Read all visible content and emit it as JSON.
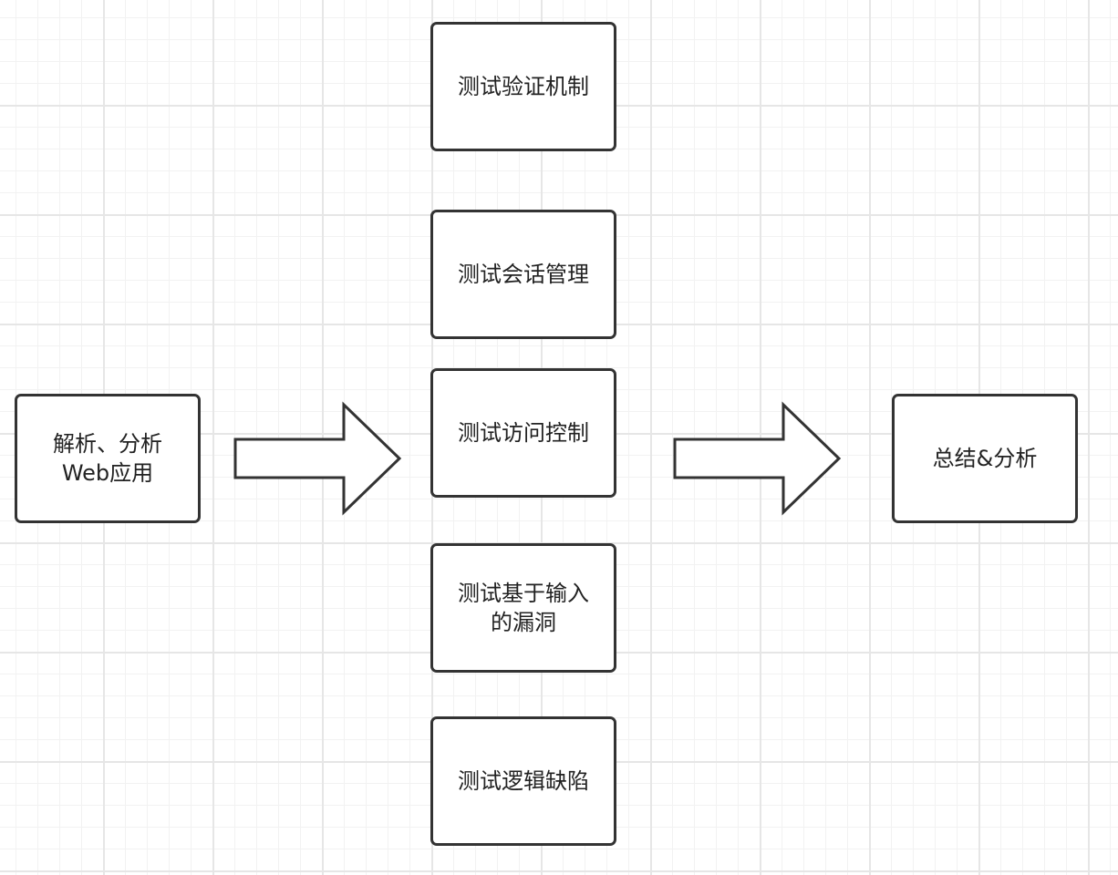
{
  "diagram": {
    "source": {
      "label": "解析、分析\nWeb应用"
    },
    "tests": [
      {
        "label": "测试验证机制"
      },
      {
        "label": "测试会话管理"
      },
      {
        "label": "测试访问控制"
      },
      {
        "label": "测试基于输入\n的漏洞"
      },
      {
        "label": "测试逻辑缺陷"
      }
    ],
    "result": {
      "label": "总结&分析"
    },
    "colors": {
      "border": "#333333",
      "fill": "#ffffff",
      "grid": "#e6e6e6"
    }
  }
}
